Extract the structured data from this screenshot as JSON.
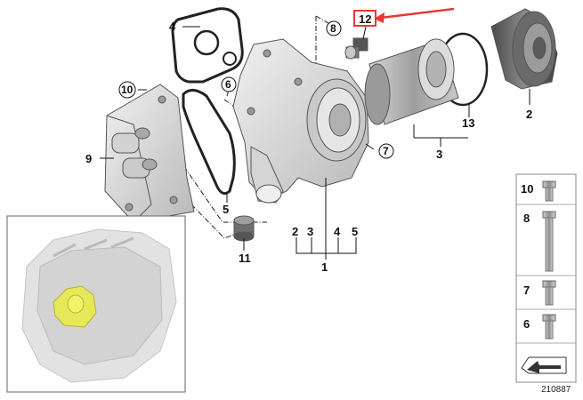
{
  "diagram": {
    "callouts": {
      "n1": "1",
      "n2": "2",
      "n3": "3",
      "n4": "4",
      "n5": "5",
      "n6": "6",
      "n7": "7",
      "n8": "8",
      "n9": "9",
      "n10": "10",
      "n11": "11",
      "n12": "12",
      "n13": "13"
    },
    "group_1_items": [
      "2",
      "3",
      "4",
      "5"
    ],
    "hardware_panel": {
      "items": [
        "10",
        "8",
        "7",
        "6"
      ]
    },
    "diagram_code": "210887",
    "highlight_color": "#e53935",
    "highlight_item": "12"
  }
}
